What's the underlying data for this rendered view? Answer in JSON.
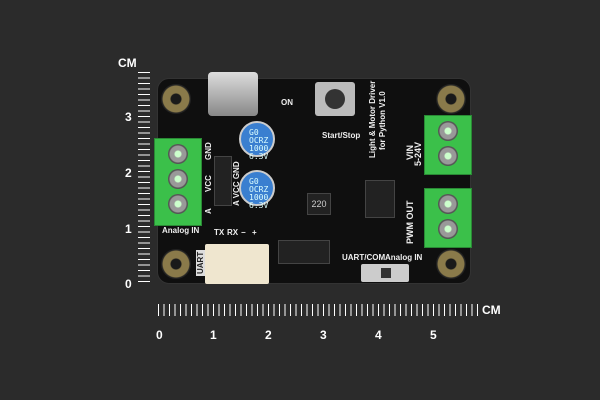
{
  "board": {
    "title_line1": "Light & Motor Driver",
    "title_line2": "for Python V1.0",
    "on": "ON",
    "start_stop": "Start/Stop",
    "vin": "VIN",
    "vin_range": "5-24V",
    "plus": "+",
    "minus": "−",
    "pwm_out": "PWM OUT",
    "analog_in": "Analog IN",
    "pins_left": [
      "GND",
      "VCC",
      "A"
    ],
    "pins_header": "A VCC GND",
    "uart_pins": [
      "TX",
      "RX",
      "−",
      "+"
    ],
    "uart": "UART",
    "switch_left": "UART/COM",
    "switch_right": "Analog IN",
    "cap_text": [
      "G0",
      "OCRZ",
      "1000",
      "6.3V"
    ],
    "inductor": "220"
  },
  "ruler": {
    "unit": "CM",
    "vertical_ticks": [
      "3",
      "2",
      "1",
      "0"
    ],
    "horizontal_ticks": [
      "0",
      "1",
      "2",
      "3",
      "4",
      "5"
    ]
  },
  "colors": {
    "background": "#2b2b2b",
    "pcb": "#0f0f0f",
    "terminal": "#3bc04a",
    "capacitor": "#3a7fd0"
  }
}
